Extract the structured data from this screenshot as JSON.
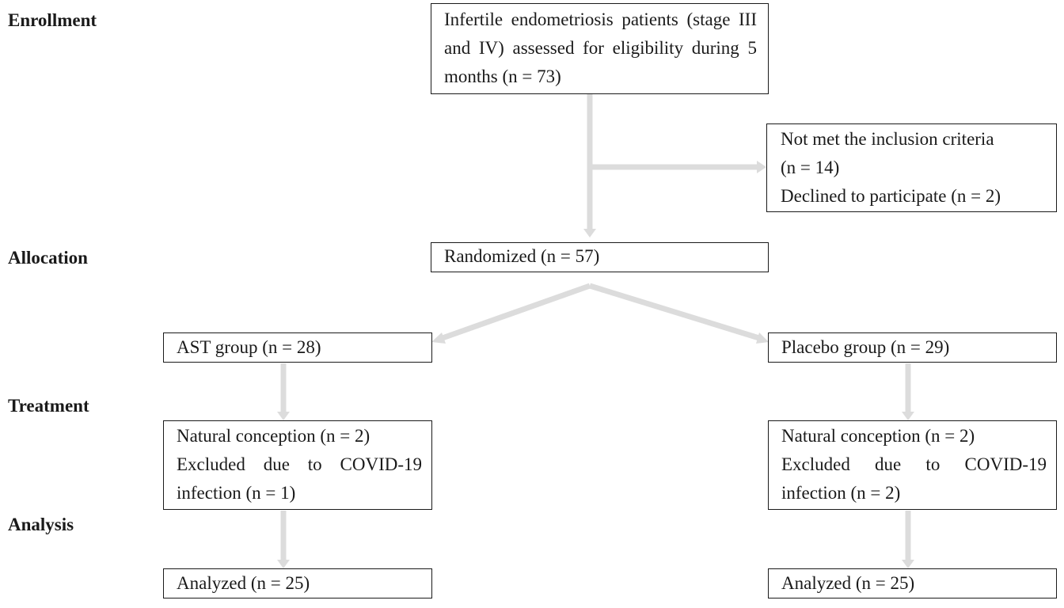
{
  "stages": {
    "enrollment": "Enrollment",
    "allocation": "Allocation",
    "treatment": "Treatment",
    "analysis": "Analysis"
  },
  "boxes": {
    "eligibility": {
      "text": "Infertile endometriosis patients (stage III and IV) assessed for eligibility during 5 months (n = 73)"
    },
    "excluded": {
      "lines": [
        "Not met the inclusion criteria",
        "(n = 14)",
        "Declined to participate (n = 2)"
      ]
    },
    "randomized": {
      "text": "Randomized (n = 57)"
    },
    "ast_group": {
      "text": "AST group (n = 28)"
    },
    "placebo_group": {
      "text": "Placebo group (n = 29)"
    },
    "ast_treatment": {
      "line1": "Natural conception (n = 2)",
      "line2": "Excluded due to COVID-19 infection (n = 1)"
    },
    "placebo_treatment": {
      "line1": "Natural conception (n = 2)",
      "line2": "Excluded due to COVID-19 infection (n = 2)"
    },
    "ast_analyzed": {
      "text": "Analyzed (n = 25)"
    },
    "placebo_analyzed": {
      "text": "Analyzed (n = 25)"
    }
  },
  "colors": {
    "arrow": "#dcdcdc",
    "border": "#1a1a1a"
  }
}
